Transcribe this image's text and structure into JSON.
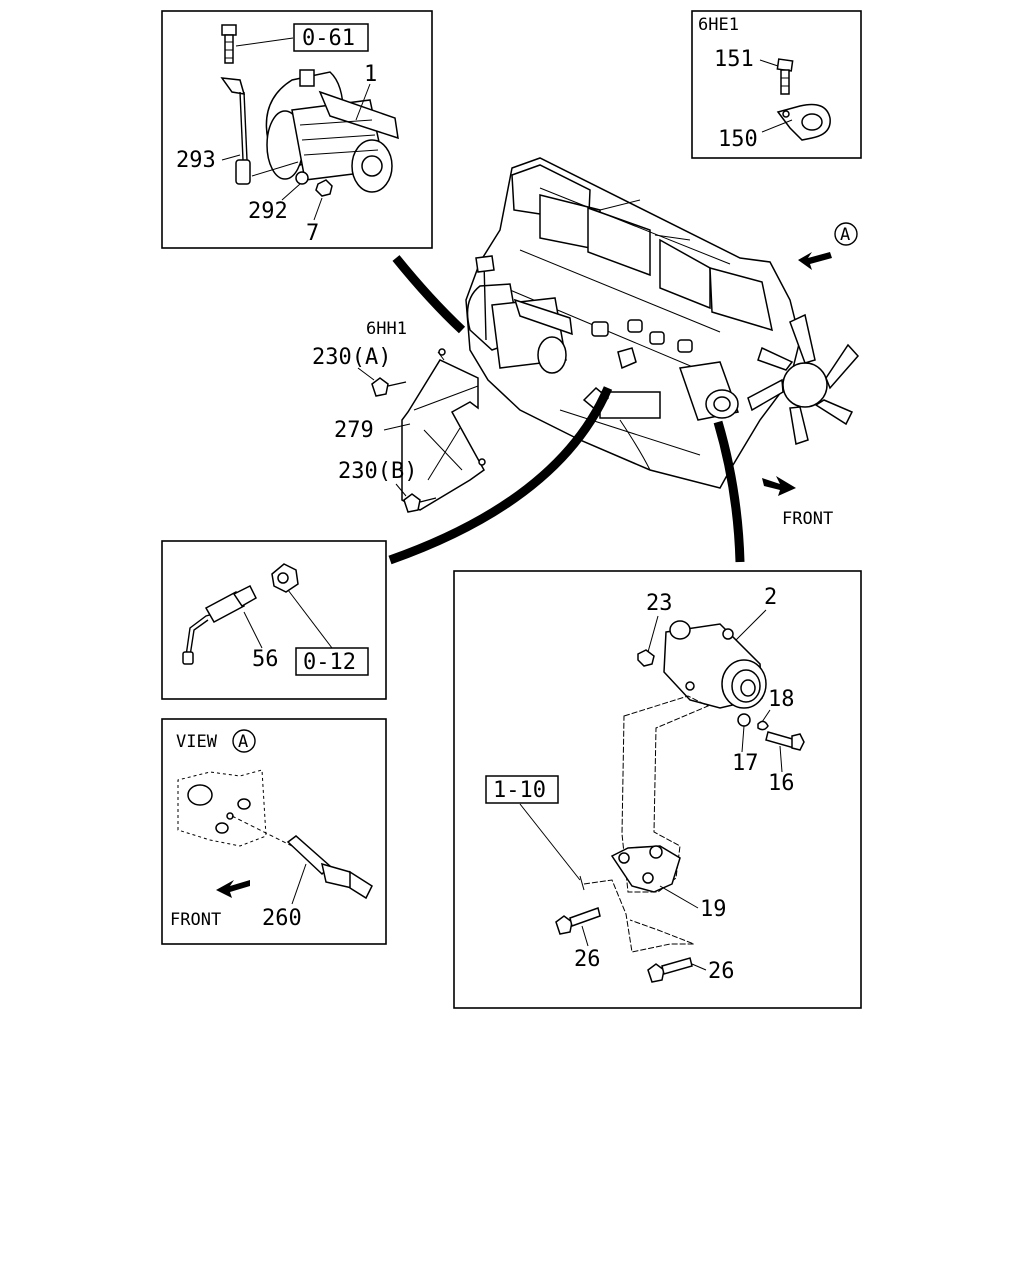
{
  "labels": {
    "ref_0_61": "0-61",
    "p1": "1",
    "p293": "293",
    "p292": "292",
    "p7": "7",
    "variant_6he1": "6HE1",
    "p151": "151",
    "p150": "150",
    "circle_a": "A",
    "variant_6hh1": "6HH1",
    "p230a": "230(A)",
    "p279": "279",
    "p230b": "230(B)",
    "front_main": "FRONT",
    "p56": "56",
    "ref_0_12": "0-12",
    "view_word": "VIEW",
    "view_circle": "A",
    "front_view": "FRONT",
    "p260": "260",
    "p23": "23",
    "p2": "2",
    "p18": "18",
    "p17": "17",
    "p16": "16",
    "ref_1_10": "1-10",
    "p19": "19",
    "p26a": "26",
    "p26b": "26"
  }
}
